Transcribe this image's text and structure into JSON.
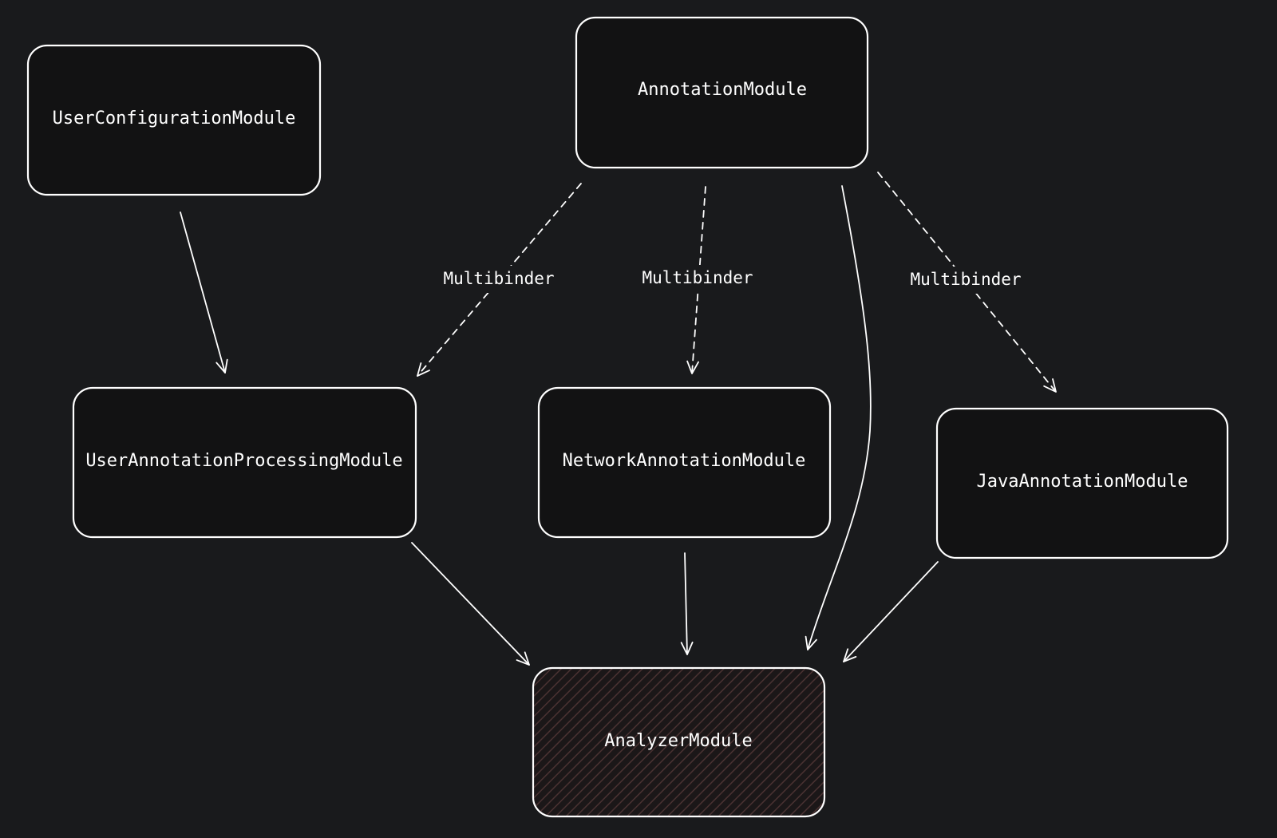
{
  "nodes": {
    "annotation_module": "AnnotationModule",
    "user_configuration_module": "UserConfigurationModule",
    "user_annotation_processing_module": "UserAnnotationProcessingModule",
    "network_annotation_module": "NetworkAnnotationModule",
    "java_annotation_module": "JavaAnnotationModule",
    "analyzer_module": "AnalyzerModule"
  },
  "edges": {
    "multibinder_left": "Multibinder",
    "multibinder_middle": "Multibinder",
    "multibinder_right": "Multibinder"
  },
  "colors": {
    "background": "#191a1c",
    "stroke": "#ffffff",
    "analyzer_hatch": "#3a2a2a"
  }
}
